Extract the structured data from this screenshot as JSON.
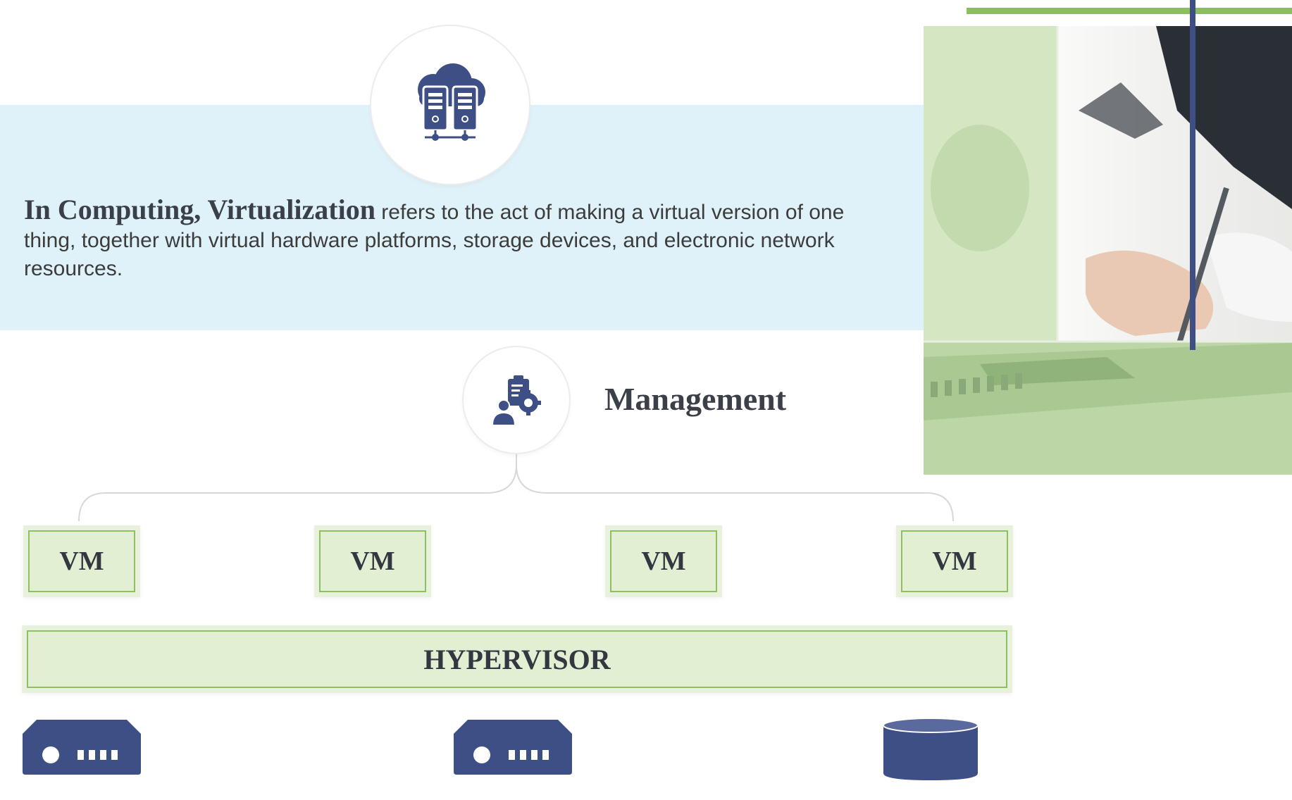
{
  "description": {
    "lead": "In Computing,  Virtualization",
    "body": " refers to the act of making a virtual version of one thing, together with virtual hardware platforms, storage devices, and electronic network resources."
  },
  "management": {
    "label": "Management"
  },
  "vms": [
    "VM",
    "VM",
    "VM",
    "VM"
  ],
  "hypervisor": {
    "label": "HYPERVISOR"
  },
  "icons": {
    "top": "cloud-server-icon",
    "management": "management-settings-icon",
    "hardware": [
      "server-icon",
      "server-icon",
      "database-icon"
    ]
  },
  "colors": {
    "navy": "#3e4f85",
    "green_accent": "#8cbf5a",
    "box_fill": "#e3efd3",
    "banner": "#e0f2f9"
  }
}
